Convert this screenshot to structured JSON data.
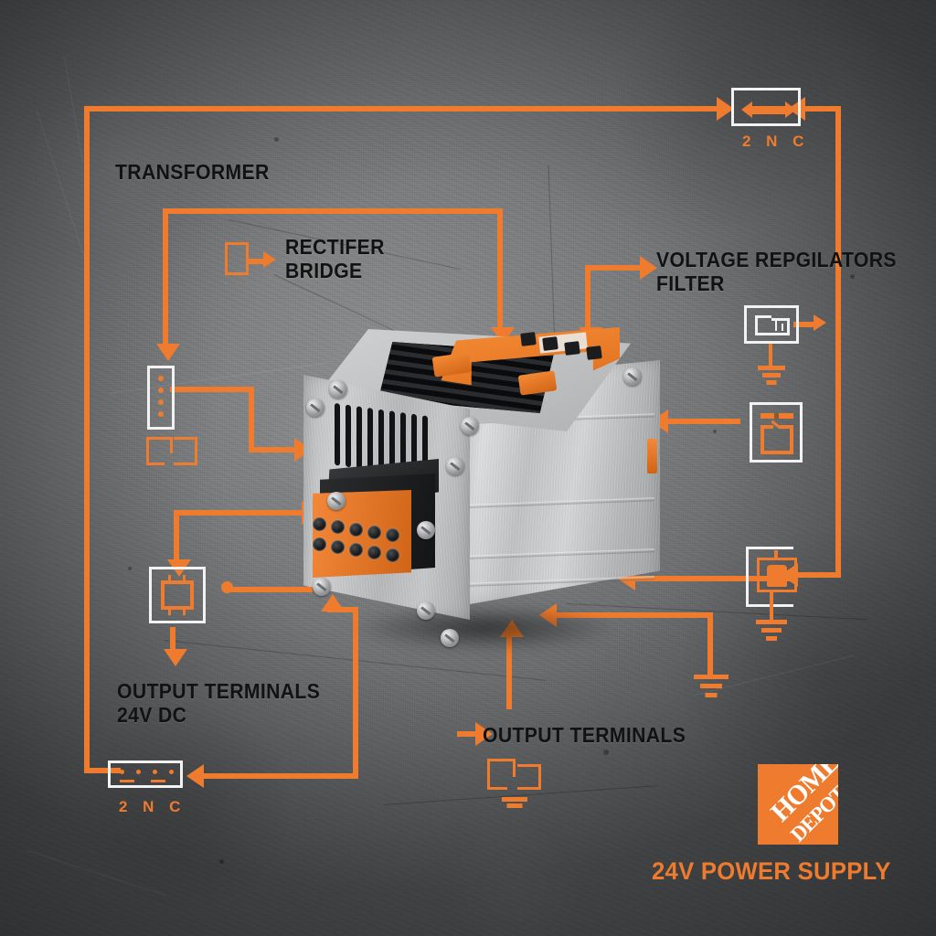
{
  "poster": {
    "title": "24V POWER SUPPLY",
    "brand": {
      "logo_line1": "Home",
      "logo_line2": "Depot",
      "logo_color": "#ef7c2e"
    },
    "accent_color": "#ef7c2e",
    "background": "brushed-concrete-gray"
  },
  "labels": {
    "transformer": "TRANSFORMER",
    "rectifier_bridge": "RECTIFER\nBRIDGE",
    "voltage_regulators_filter": "VOLTAGE REPGILATORS\nFILTER",
    "output_terminals_24v": "OUTPUT TERMINALS\n24V DC",
    "output_terminals": "OUTPUT TERMINALS"
  },
  "icon_captions": {
    "top_right_nc": "2 N C",
    "bottom_left_nc": "2 N C"
  },
  "icons": {
    "double_arrow": "double-arrow-icon",
    "terminal_strip": "terminal-strip-icon",
    "rectifier_small": "rectifier-block-icon",
    "regulator_chip": "regulator-chip-icon",
    "capacitor_block": "capacitor-block-icon",
    "ic_chip": "ic-chip-icon",
    "transistor_ground": "transistor-ground-icon",
    "connector_strip": "connector-strip-icon",
    "ground_symbol": "ground-icon"
  },
  "product": {
    "name": "24V DC enclosed power supply",
    "case": "brushed aluminium",
    "heatsink": "black finned heatsink",
    "handle": "orange mounting bracket",
    "terminals": "black screw terminal block"
  }
}
